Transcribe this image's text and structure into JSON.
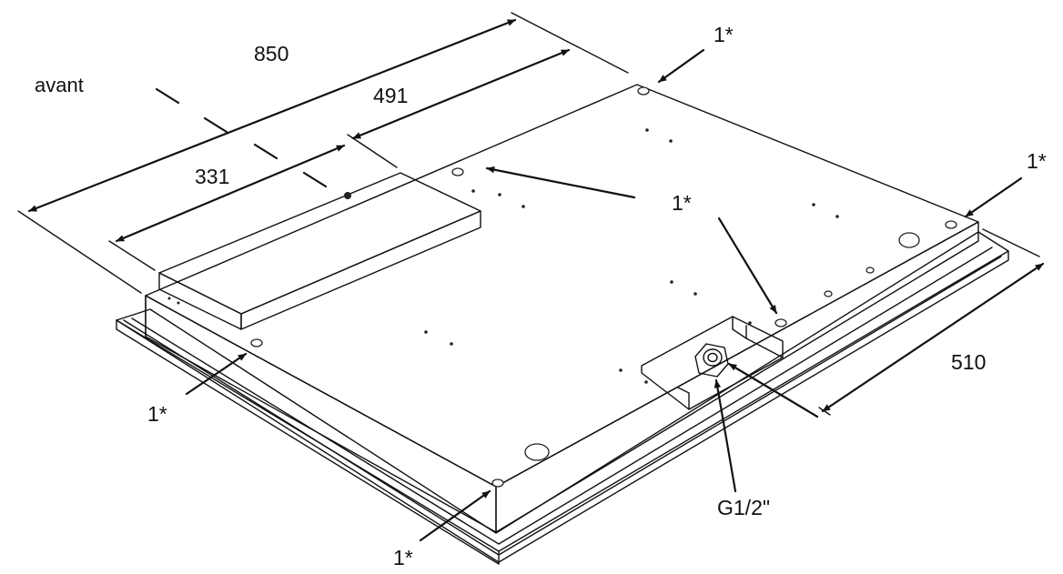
{
  "diagram": {
    "labels": {
      "front": "avant",
      "dim_overall_length": "850",
      "dim_inner_length": "491",
      "dim_box_length": "331",
      "dim_width": "510",
      "fitting": "G1/2\"",
      "mount_point": "1*"
    }
  }
}
